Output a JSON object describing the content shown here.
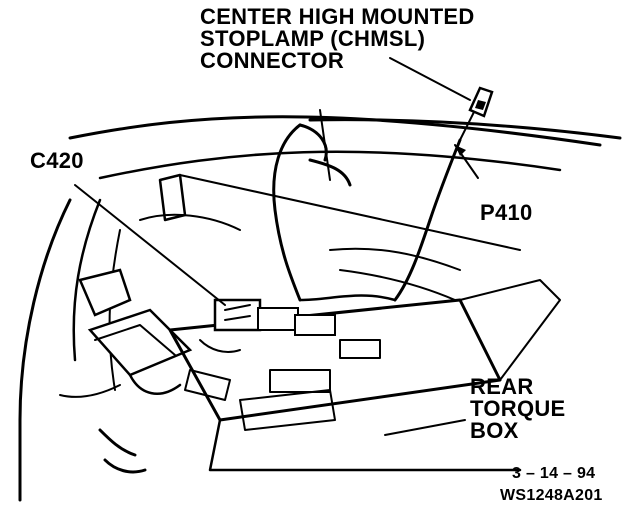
{
  "labels": {
    "chmsl_connector": [
      "CENTER HIGH MOUNTED",
      "STOPLAMP (CHMSL)",
      "CONNECTOR"
    ],
    "c420": "C420",
    "p410": "P410",
    "rear_torque_box": [
      "REAR",
      "TORQUE",
      "BOX"
    ],
    "date": "3 – 14 – 94",
    "figure_id": "WS1248A201"
  },
  "colors": {
    "ink": "#000000",
    "paper": "#ffffff"
  }
}
